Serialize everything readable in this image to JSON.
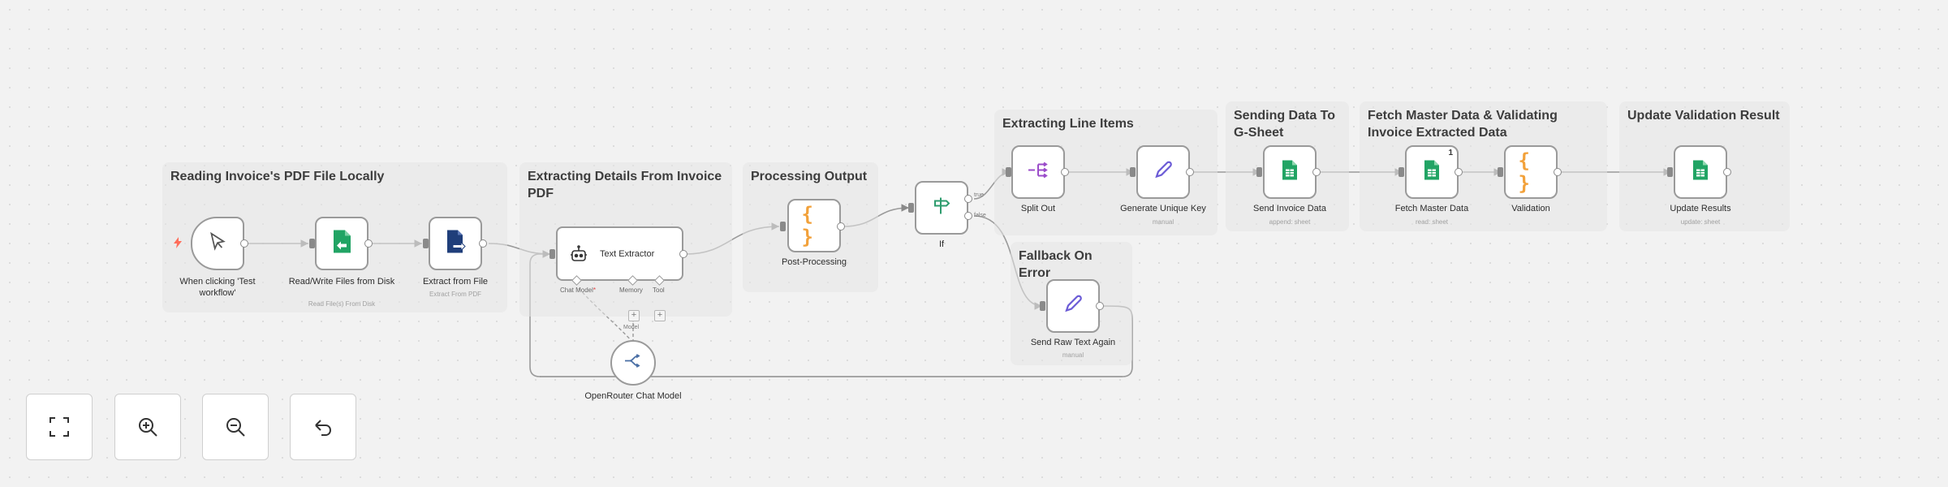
{
  "stickies": {
    "reading": "Reading Invoice's PDF File Locally",
    "extracting": "Extracting Details From Invoice PDF",
    "processing": "Processing Output",
    "line_items": "Extracting Line Items",
    "sending": "Sending Data To G-Sheet",
    "fetch_master": "Fetch Master Data & Validating Invoice Extracted Data",
    "update_validation": "Update Validation Result",
    "fallback": "Fallback On Error"
  },
  "nodes": {
    "manual_trigger": {
      "label": "When clicking 'Test workflow'",
      "icon": "cursor-icon"
    },
    "read_write": {
      "label": "Read/Write Files from Disk",
      "sub": "Read File(s) From Disk",
      "icon": "file-icon"
    },
    "extract_file": {
      "label": "Extract from File",
      "sub": "Extract From PDF",
      "icon": "file-export-icon"
    },
    "text_extractor": {
      "label": "Text Extractor",
      "icon": "robot-icon",
      "ports": {
        "chat_model": "Chat Model",
        "memory": "Memory",
        "tool": "Tool"
      }
    },
    "openrouter": {
      "label": "OpenRouter Chat Model",
      "port": "Model",
      "icon": "openrouter-icon"
    },
    "post_processing": {
      "label": "Post-Processing",
      "icon": "code-braces-icon"
    },
    "if": {
      "label": "If",
      "branch_true": "true",
      "branch_false": "false",
      "icon": "signpost-icon"
    },
    "split_out": {
      "label": "Split Out",
      "icon": "split-icon"
    },
    "unique_key": {
      "label": "Generate Unique Key",
      "sub": "manual",
      "icon": "pen-icon"
    },
    "send_invoice": {
      "label": "Send Invoice Data",
      "sub": "append: sheet",
      "icon": "sheets-icon"
    },
    "fetch_master": {
      "label": "Fetch Master Data",
      "sub": "read: sheet",
      "badge": "1",
      "icon": "sheets-icon"
    },
    "validation": {
      "label": "Validation",
      "icon": "code-braces-icon"
    },
    "update_results": {
      "label": "Update Results",
      "sub": "update: sheet",
      "icon": "sheets-icon"
    },
    "raw_text": {
      "label": "Send Raw Text Again",
      "sub": "manual",
      "icon": "pen-icon"
    }
  },
  "controls": {
    "fit": "fit-view-icon",
    "zoom_in": "zoom-in-icon",
    "zoom_out": "zoom-out-icon",
    "reset": "undo-icon"
  },
  "colors": {
    "sheets_green": "#21a464",
    "code_orange": "#f2a13a",
    "pen_purple": "#6b5bd6",
    "split_purple": "#9b4dca",
    "if_green": "#2e9c6e",
    "file_blue": "#1f3e7a",
    "trigger_red": "#ff6d5a"
  }
}
